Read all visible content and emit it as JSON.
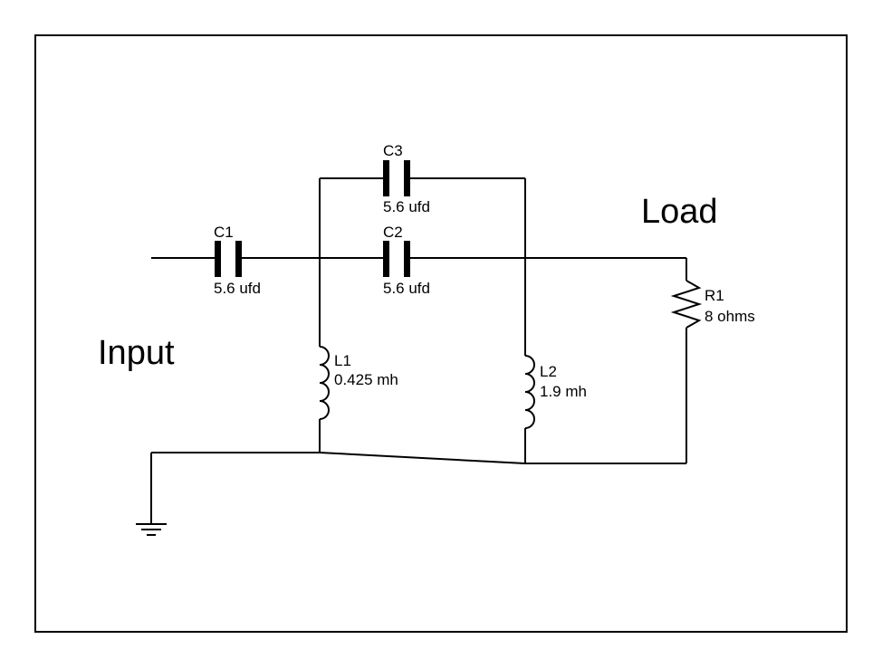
{
  "labels": {
    "input": "Input",
    "load": "Load"
  },
  "components": {
    "c1": {
      "ref": "C1",
      "value": "5.6 ufd"
    },
    "c2": {
      "ref": "C2",
      "value": "5.6 ufd"
    },
    "c3": {
      "ref": "C3",
      "value": "5.6 ufd"
    },
    "l1": {
      "ref": "L1",
      "value": "0.425 mh"
    },
    "l2": {
      "ref": "L2",
      "value": "1.9 mh"
    },
    "r1": {
      "ref": "R1",
      "value": "8 ohms"
    }
  }
}
